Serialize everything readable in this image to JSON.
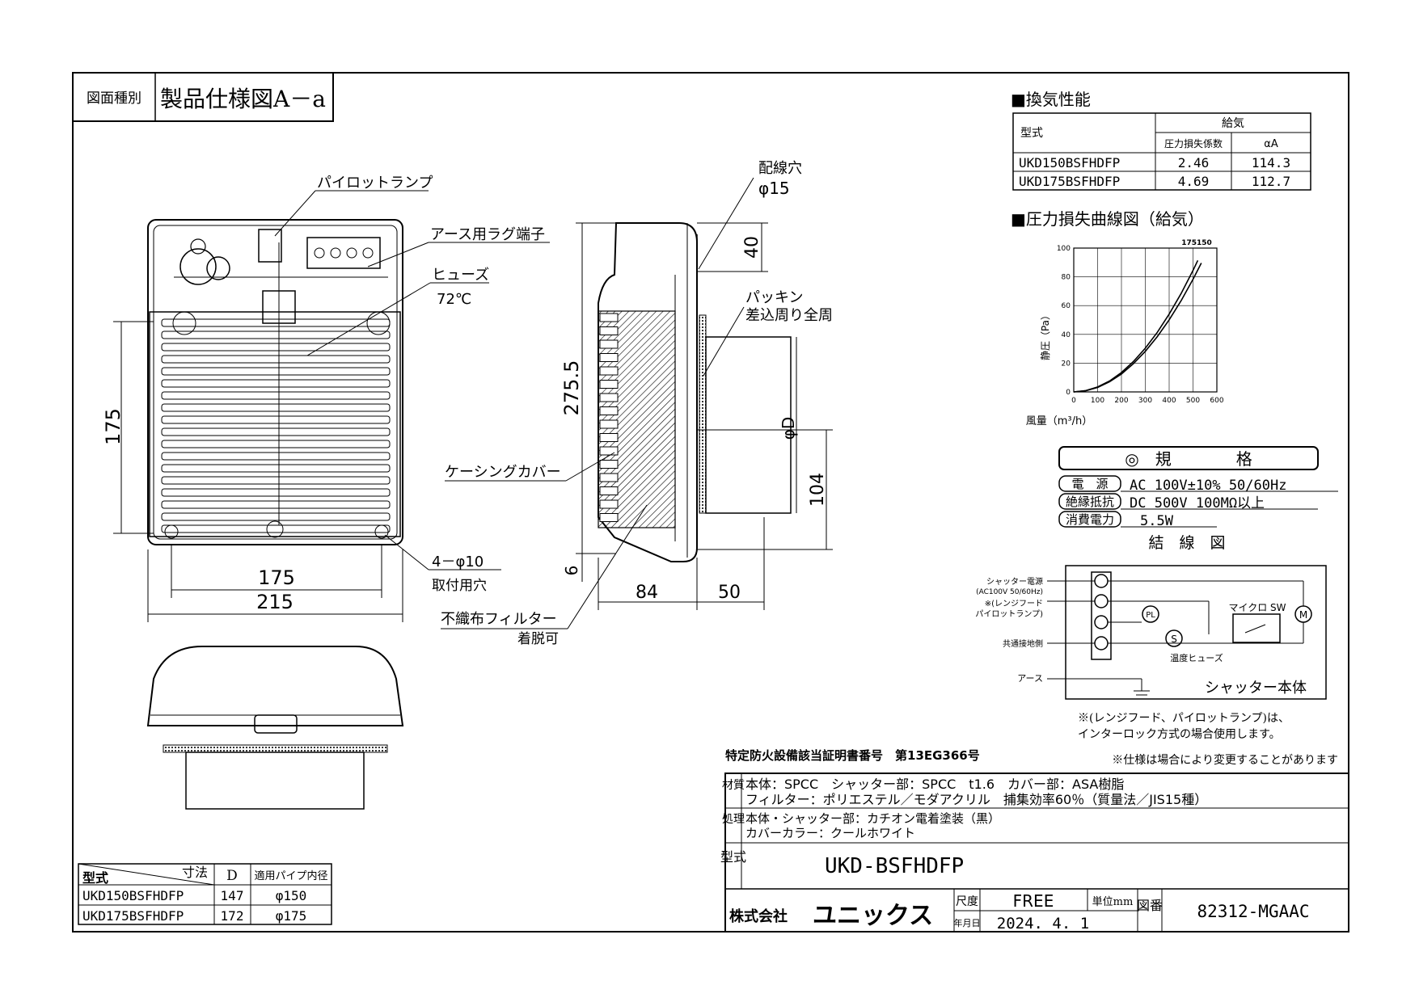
{
  "title_block": {
    "type_label": "図面種別",
    "type_value": "製品仕様図A－a"
  },
  "drawing_labels": {
    "pilot_lamp": "パイロットランプ",
    "earth_lug": "アース用ラグ端子",
    "fuse": "ヒューズ",
    "fuse_temp": "72℃",
    "wiring_hole": "配線穴",
    "wiring_hole_dia": "φ15",
    "packing": "パッキン",
    "packing_sub": "差込周り全周",
    "casing_cover": "ケーシングカバー",
    "mount_holes": "4－φ10",
    "mount_holes_sub": "取付用穴",
    "filter": "不織布フィルター",
    "filter_sub": "着脱可",
    "dim_175_v": "175",
    "dim_175_h": "175",
    "dim_215": "215",
    "dim_275": "275.5",
    "dim_40": "40",
    "dim_104": "104",
    "dim_6": "6",
    "dim_84": "84",
    "dim_50": "50",
    "dim_phiD": "φD"
  },
  "performance": {
    "heading": "■換気性能",
    "col_model": "型式",
    "col_supply": "給気",
    "col_coef": "圧力損失係数",
    "col_alpha": "αA",
    "rows": [
      {
        "model": "UKD150BSFHDFP",
        "coef": "2.46",
        "alpha": "114.3"
      },
      {
        "model": "UKD175BSFHDFP",
        "coef": "4.69",
        "alpha": "112.7"
      }
    ]
  },
  "chart_heading": "■圧力損失曲線図（給気）",
  "chart_data": {
    "type": "line",
    "title": "",
    "xlabel": "風量（m³/h）",
    "ylabel": "静圧（Pa）",
    "xlim": [
      0,
      600
    ],
    "ylim": [
      0,
      100
    ],
    "xticks": [
      "0",
      "100",
      "200",
      "300",
      "400",
      "500",
      "600"
    ],
    "yticks": [
      "0",
      "20",
      "40",
      "60",
      "80",
      "100"
    ],
    "curve_label": "175150",
    "series": [
      {
        "name": "175",
        "x": [
          0,
          50,
          100,
          150,
          200,
          250,
          300,
          350,
          400,
          450,
          500,
          520
        ],
        "y": [
          0,
          0.9,
          3.4,
          7.6,
          13.5,
          21.1,
          30.4,
          41.4,
          54.1,
          68.4,
          84.5,
          91.4
        ]
      },
      {
        "name": "150",
        "x": [
          0,
          50,
          100,
          150,
          200,
          250,
          300,
          350,
          400,
          450,
          500,
          535
        ],
        "y": [
          0,
          0.8,
          3.1,
          7.1,
          12.5,
          19.6,
          28.2,
          38.4,
          50.1,
          63.4,
          78.3,
          89.6
        ]
      }
    ],
    "grid": true
  },
  "spec": {
    "heading": "◎　規　　　　格",
    "power_label": "電　源",
    "power_value": "AC 100V±10% 50/60Hz",
    "insulation_label": "絶縁抵抗",
    "insulation_value": "DC 500V 100MΩ以上",
    "consumption_label": "消費電力",
    "consumption_value": "5.5W"
  },
  "wiring": {
    "heading": "結　線　図",
    "shutter_power": "シャッター電源",
    "shutter_power_sub": "(AC100V 50/60Hz)",
    "range_hood": "※(レンジフード",
    "range_hood_sub": "パイロットランプ)",
    "common_ground": "共通接地側",
    "earth": "アース",
    "micro_sw": "マイクロ SW",
    "temp_fuse": "温度ヒューズ",
    "pl": "PL",
    "s": "S",
    "m": "M",
    "shutter_body": "シャッター本体",
    "note1": "※(レンジフード、パイロットランプ)は、",
    "note2": "インターロック方式の場合使用します。"
  },
  "certificate": "特定防火設備該当証明書番号　第13EG366号",
  "spec_note": "※仕様は場合により変更することがあります",
  "material": {
    "label": "材質",
    "line1": "本体：SPCC　シャッター部：SPCC　t1.6　カバー部：ASA樹脂",
    "line2": "フィルター：ポリエステル／モダアクリル　捕集効率60％（質量法／JIS15種）"
  },
  "treatment": {
    "label": "処理",
    "line1": "本体・シャッター部：カチオン電着塗装（黒）",
    "line2": "カバーカラー：クールホワイト"
  },
  "model": {
    "label": "型式",
    "value": "UKD-BSFHDFP"
  },
  "company": {
    "prefix": "株式会社",
    "name": "ユニックス"
  },
  "scale": {
    "label": "尺度",
    "value": "FREE"
  },
  "unit": {
    "label": "単位mm"
  },
  "date": {
    "label": "年月日",
    "value": "2024. 4. 1"
  },
  "drawing_no": {
    "label": "図番",
    "value": "82312-MGAAC"
  },
  "size_table": {
    "col_model": "型式",
    "col_dim": "寸法",
    "col_d": "D",
    "col_pipe": "適用パイプ内径",
    "rows": [
      {
        "model": "UKD150BSFHDFP",
        "d": "147",
        "pipe": "φ150"
      },
      {
        "model": "UKD175BSFHDFP",
        "d": "172",
        "pipe": "φ175"
      }
    ]
  }
}
